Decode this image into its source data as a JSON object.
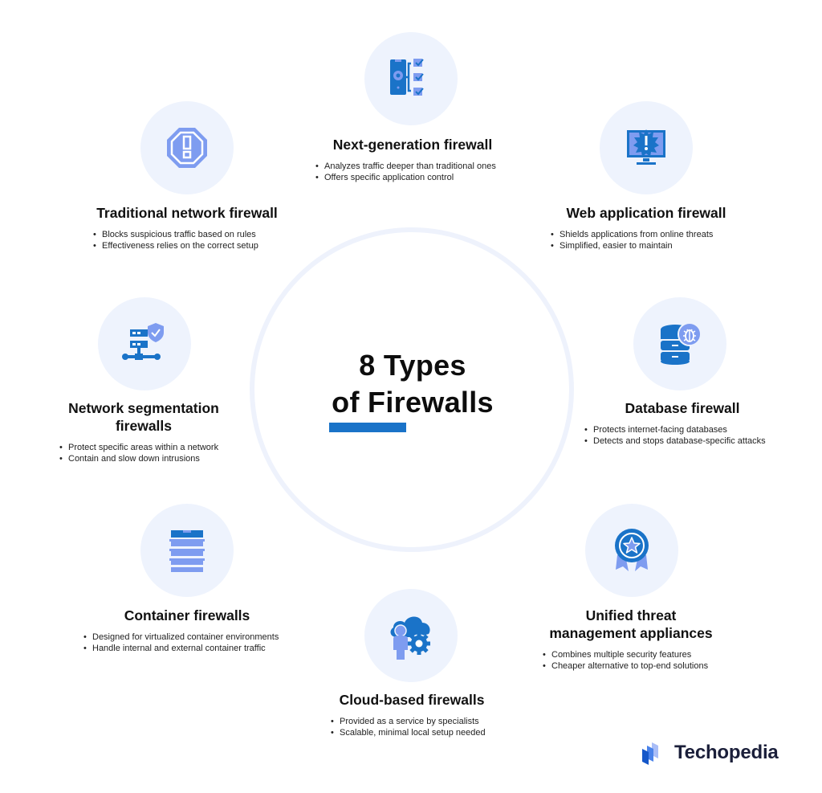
{
  "title": {
    "line1": "8 Types",
    "line2": "of Firewalls"
  },
  "colors": {
    "accent": "#1a73c8",
    "icon_light": "#7e9cf0",
    "circle_bg": "#eef3fd",
    "ring": "#eef2fc"
  },
  "items": [
    {
      "icon": "phone-checklist-icon",
      "title": "Next-generation firewall",
      "bullets": [
        "Analyzes traffic deeper than traditional ones",
        "Offers specific application control"
      ]
    },
    {
      "icon": "warning-octagon-icon",
      "title": "Traditional network firewall",
      "bullets": [
        "Blocks suspicious traffic based on rules",
        "Effectiveness relies on the correct setup"
      ]
    },
    {
      "icon": "monitor-alert-icon",
      "title": "Web application firewall",
      "bullets": [
        "Shields applications from online threats",
        "Simplified, easier to maintain"
      ]
    },
    {
      "icon": "server-shield-icon",
      "title_line1": "Network segmentation",
      "title_line2": "firewalls",
      "bullets": [
        "Protect specific areas within a network",
        "Contain and slow down intrusions"
      ]
    },
    {
      "icon": "database-bug-icon",
      "title": "Database firewall",
      "bullets": [
        "Protects internet-facing databases",
        "Detects and stops database-specific attacks"
      ]
    },
    {
      "icon": "container-stack-icon",
      "title": "Container firewalls",
      "bullets": [
        "Designed for virtualized container environments",
        "Handle internal and external container traffic"
      ]
    },
    {
      "icon": "award-badge-icon",
      "title_line1": "Unified threat",
      "title_line2": "management appliances",
      "bullets": [
        "Combines multiple security features",
        "Cheaper alternative to top-end solutions"
      ]
    },
    {
      "icon": "cloud-user-gear-icon",
      "title": "Cloud-based firewalls",
      "bullets": [
        "Provided as a service by specialists",
        "Scalable, minimal local setup needed"
      ]
    }
  ],
  "brand": {
    "name": "Techopedia"
  }
}
